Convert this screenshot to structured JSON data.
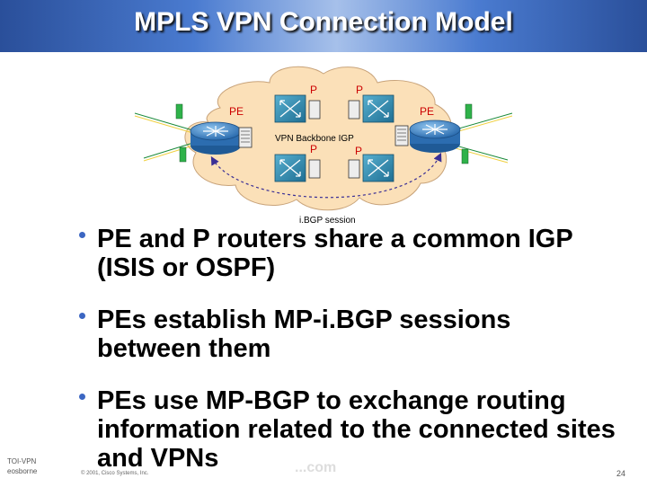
{
  "title": "MPLS VPN Connection Model",
  "diagram": {
    "router_labels": {
      "p_top_left": "P",
      "p_top_right": "P",
      "pe_left": "PE",
      "pe_right": "PE",
      "p_bottom_left": "P",
      "p_bottom_right": "P"
    },
    "backbone_label": "VPN Backbone IGP",
    "session_label": "i.BGP session"
  },
  "bullets": [
    "PE and P routers share a common IGP (ISIS or OSPF)",
    "PEs establish MP-i.BGP sessions between them",
    "PEs use MP-BGP to exchange routing information related to the connected sites and VPNs"
  ],
  "footer": {
    "left_line1": "TOI-VPN",
    "left_line2": "eosborne",
    "copyright": "© 2001, Cisco Systems, Inc.",
    "page": "24",
    "watermark": "...com"
  },
  "colors": {
    "cloud": "#fbe0b8",
    "title_band": "#3b66c2",
    "pe_router": "#3d84c6",
    "p_router": "#2d7fa4",
    "ce_box": "#2fb24a",
    "label_red": "#cc0000",
    "session_arc": "#3a2f96"
  }
}
